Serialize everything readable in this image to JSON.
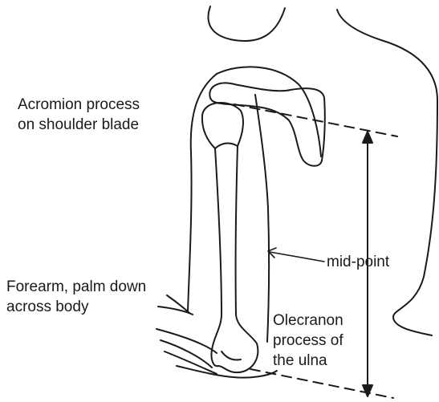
{
  "labels": {
    "acromion": [
      "Acromion process",
      "on shoulder blade"
    ],
    "midpoint": "mid-point",
    "forearm": [
      "Forearm, palm down",
      "across body"
    ],
    "olecranon": [
      "Olecranon",
      "process of",
      "the ulna"
    ]
  },
  "colors": {
    "stroke": "#1a1a1a",
    "background": "#ffffff"
  }
}
